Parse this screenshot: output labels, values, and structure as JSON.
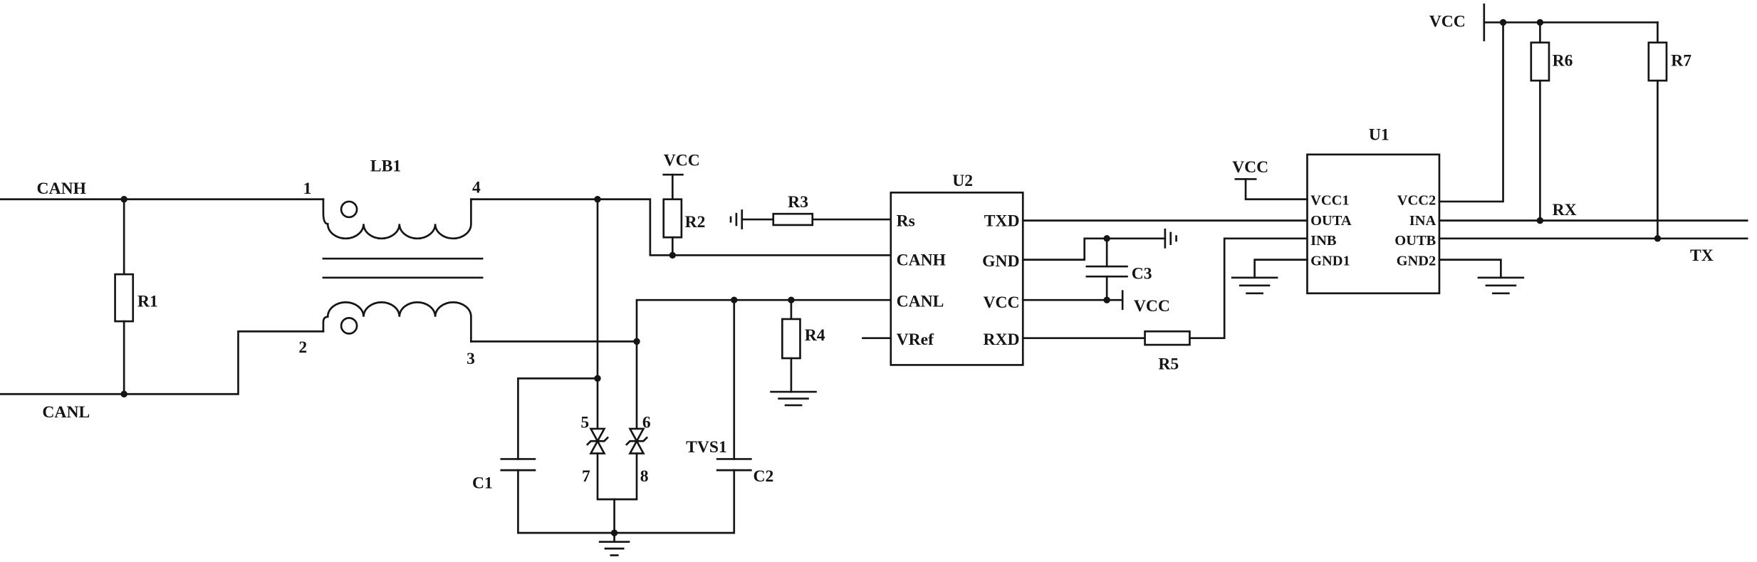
{
  "connectors": {
    "canh": "CANH",
    "canl": "CANL",
    "rx": "RX",
    "tx": "TX"
  },
  "transformer": {
    "name": "LB1",
    "pins": [
      "1",
      "2",
      "3",
      "4"
    ]
  },
  "resistors": {
    "r1": "R1",
    "r2": "R2",
    "r3": "R3",
    "r4": "R4",
    "r5": "R5",
    "r6": "R6",
    "r7": "R7"
  },
  "capacitors": {
    "c1": "C1",
    "c2": "C2",
    "c3": "C3"
  },
  "tvs": {
    "name": "TVS1",
    "pins": [
      "5",
      "6",
      "7",
      "8"
    ]
  },
  "supply": {
    "vcc_r2": "VCC",
    "vcc_u2": "VCC",
    "vcc_u1": "VCC",
    "vcc_top": "VCC"
  },
  "u2": {
    "name": "U2",
    "left_pins": [
      "Rs",
      "CANH",
      "CANL",
      "VRef"
    ],
    "right_pins": [
      "TXD",
      "GND",
      "VCC",
      "RXD"
    ]
  },
  "u1": {
    "name": "U1",
    "left_pins": [
      "VCC1",
      "OUTA",
      "INB",
      "GND1"
    ],
    "right_pins": [
      "VCC2",
      "INA",
      "OUTB",
      "GND2"
    ]
  }
}
